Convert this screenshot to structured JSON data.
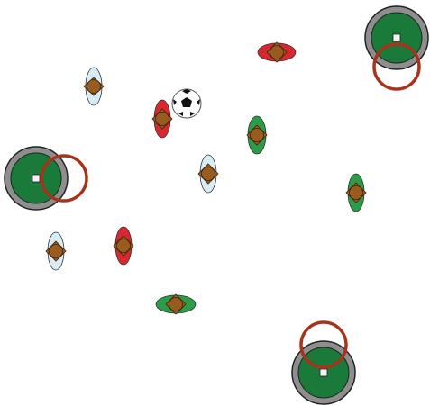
{
  "game": {
    "ball": {
      "icon": "soccer-ball-icon"
    },
    "goals": [
      {
        "id": "goal-top-right",
        "icon": "goal-circle-icon"
      },
      {
        "id": "goal-left",
        "icon": "goal-circle-icon"
      },
      {
        "id": "goal-bottom",
        "icon": "goal-circle-icon"
      }
    ],
    "team_colors": {
      "red": "#d8282f",
      "green": "#2e9b48",
      "light_blue": "#d8ecf4"
    },
    "goal_colors": {
      "outer": "#8e8e8e",
      "inner": "#1a7a3a",
      "ring": "#a8321a",
      "center": "#f2f2f2"
    },
    "player_head_color": "#9a5c1e",
    "players": [
      {
        "id": "player-red-top",
        "team": "red"
      },
      {
        "id": "player-lightblue-top-left",
        "team": "light_blue"
      },
      {
        "id": "player-red-near-ball",
        "team": "red"
      },
      {
        "id": "player-green-center",
        "team": "green"
      },
      {
        "id": "player-lightblue-center",
        "team": "light_blue"
      },
      {
        "id": "player-green-right",
        "team": "green"
      },
      {
        "id": "player-lightblue-bottom-left",
        "team": "light_blue"
      },
      {
        "id": "player-red-bottom-left",
        "team": "red"
      },
      {
        "id": "player-green-bottom",
        "team": "green"
      }
    ]
  }
}
